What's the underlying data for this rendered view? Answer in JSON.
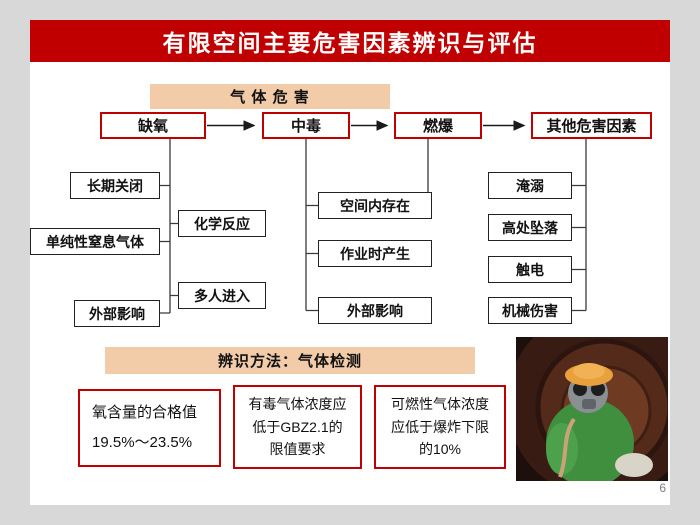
{
  "slide": {
    "title": "有限空间主要危害因素辨识与评估",
    "page_number": "6"
  },
  "gas_section": {
    "header": "气 体 危 害",
    "nodes": {
      "oxygen_deficiency": "缺氧",
      "poisoning": "中毒",
      "explosion": "燃爆",
      "other_hazards": "其他危害因素"
    },
    "oxygen_causes_left": [
      "长期关闭",
      "单纯性窒息气体",
      "外部影响"
    ],
    "oxygen_causes_right": [
      "化学反应",
      "多人进入"
    ],
    "gas_sources": [
      "空间内存在",
      "作业时产生",
      "外部影响"
    ],
    "other_hazard_items": [
      "淹溺",
      "高处坠落",
      "触电",
      "机械伤害"
    ]
  },
  "detection_section": {
    "header": "辨识方法：气体检测",
    "criteria": [
      {
        "line1": "氧含量的合格值",
        "line2": "19.5%～23.5%"
      },
      {
        "line1": "有毒气体浓度应",
        "line2": "低于GBZ2.1的",
        "line3": "限值要求"
      },
      {
        "line1": "可燃性气体浓度",
        "line2": "应低于爆炸下限",
        "line3": "的10%"
      }
    ]
  },
  "photo": {
    "name": "worker-in-confined-space-photo"
  },
  "colors": {
    "banner_red": "#c00000",
    "peach": "#f2cba8"
  }
}
